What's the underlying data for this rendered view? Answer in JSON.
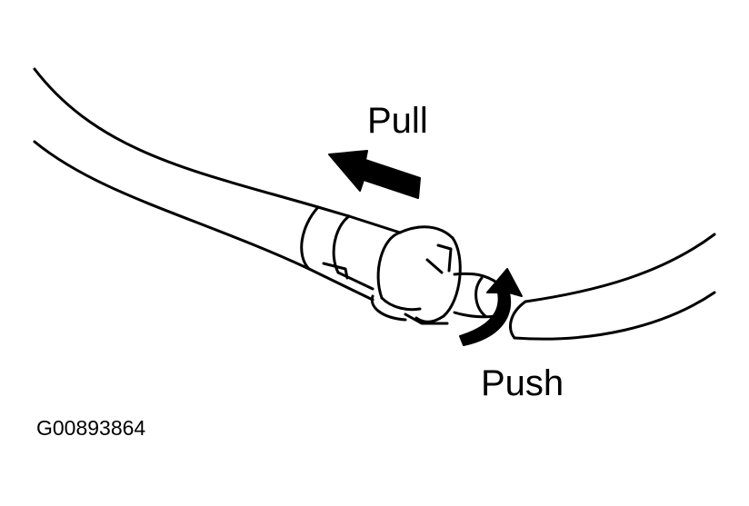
{
  "labels": {
    "pull": "Pull",
    "push": "Push",
    "figure_id": "G00893864"
  },
  "colors": {
    "line": "#000000",
    "background": "#ffffff"
  }
}
